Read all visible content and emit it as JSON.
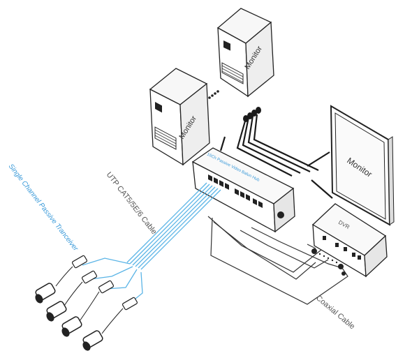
{
  "labels": {
    "monitor_top": "Monitor",
    "monitor_left": "Monitor",
    "monitor_flat": "Monitor",
    "hub": "16Ch Passive Video Balun Hub",
    "dvr": "DVR",
    "utp_cable": "UTP CAT5/5E/6 Cable",
    "transceiver": "Single Channel Passive Tranceiver",
    "coaxial_cable": "Coaxial Cable"
  },
  "colors": {
    "line": "#1a1a1a",
    "utp_blue": "#5ab4e6",
    "transceiver_text": "#3a9ad9",
    "gray_text": "#555555"
  }
}
